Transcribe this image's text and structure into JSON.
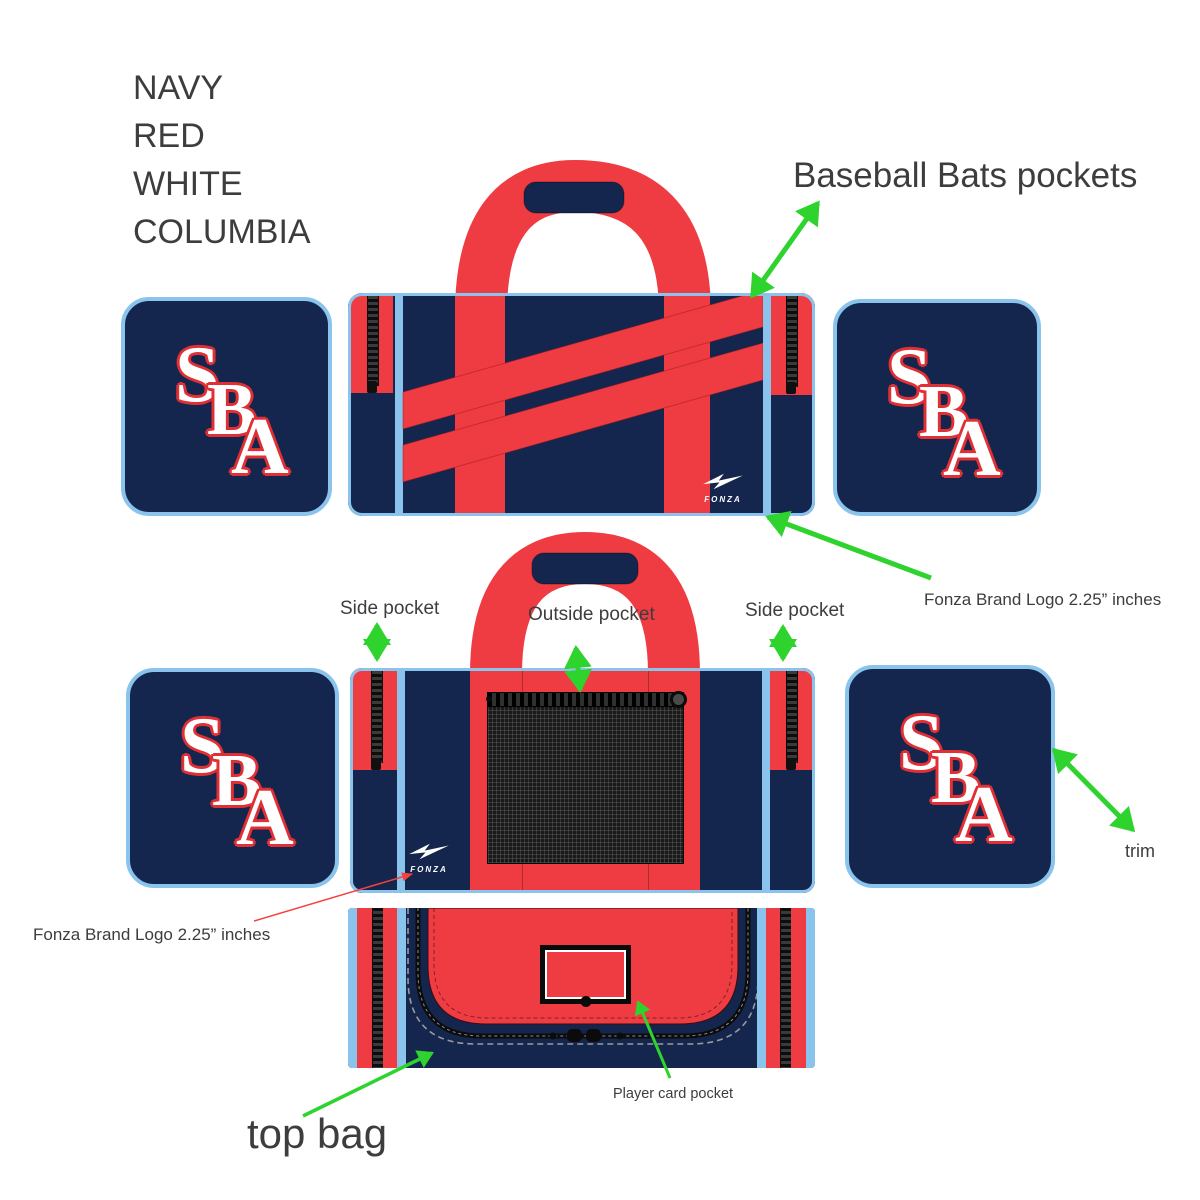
{
  "header": {
    "lines": [
      "NAVY",
      "RED",
      "WHITE",
      "COLUMBIA"
    ]
  },
  "annotations": {
    "baseball_bats_pockets": "Baseball Bats pockets",
    "side_pocket_left": "Side pocket",
    "outside_pocket": "Outside pocket",
    "side_pocket_right": "Side pocket",
    "fonza_logo_right": "Fonza Brand Logo 2.25” inches",
    "fonza_logo_left": "Fonza Brand Logo 2.25” inches",
    "trim": "trim",
    "player_card_pocket": "Player card pocket",
    "top_bag": "top bag"
  },
  "logos": {
    "sba": {
      "s": "S",
      "b": "B",
      "a": "A"
    },
    "fonza": {
      "text": "FONZA"
    }
  },
  "colors": {
    "navy": "#14264d",
    "red": "#ee3c42",
    "white": "#ffffff",
    "columbia": "#8ac4ed",
    "arrow_green": "#2ed32e",
    "arrow_red": "#f4433c",
    "text": "#3d3d3d"
  }
}
